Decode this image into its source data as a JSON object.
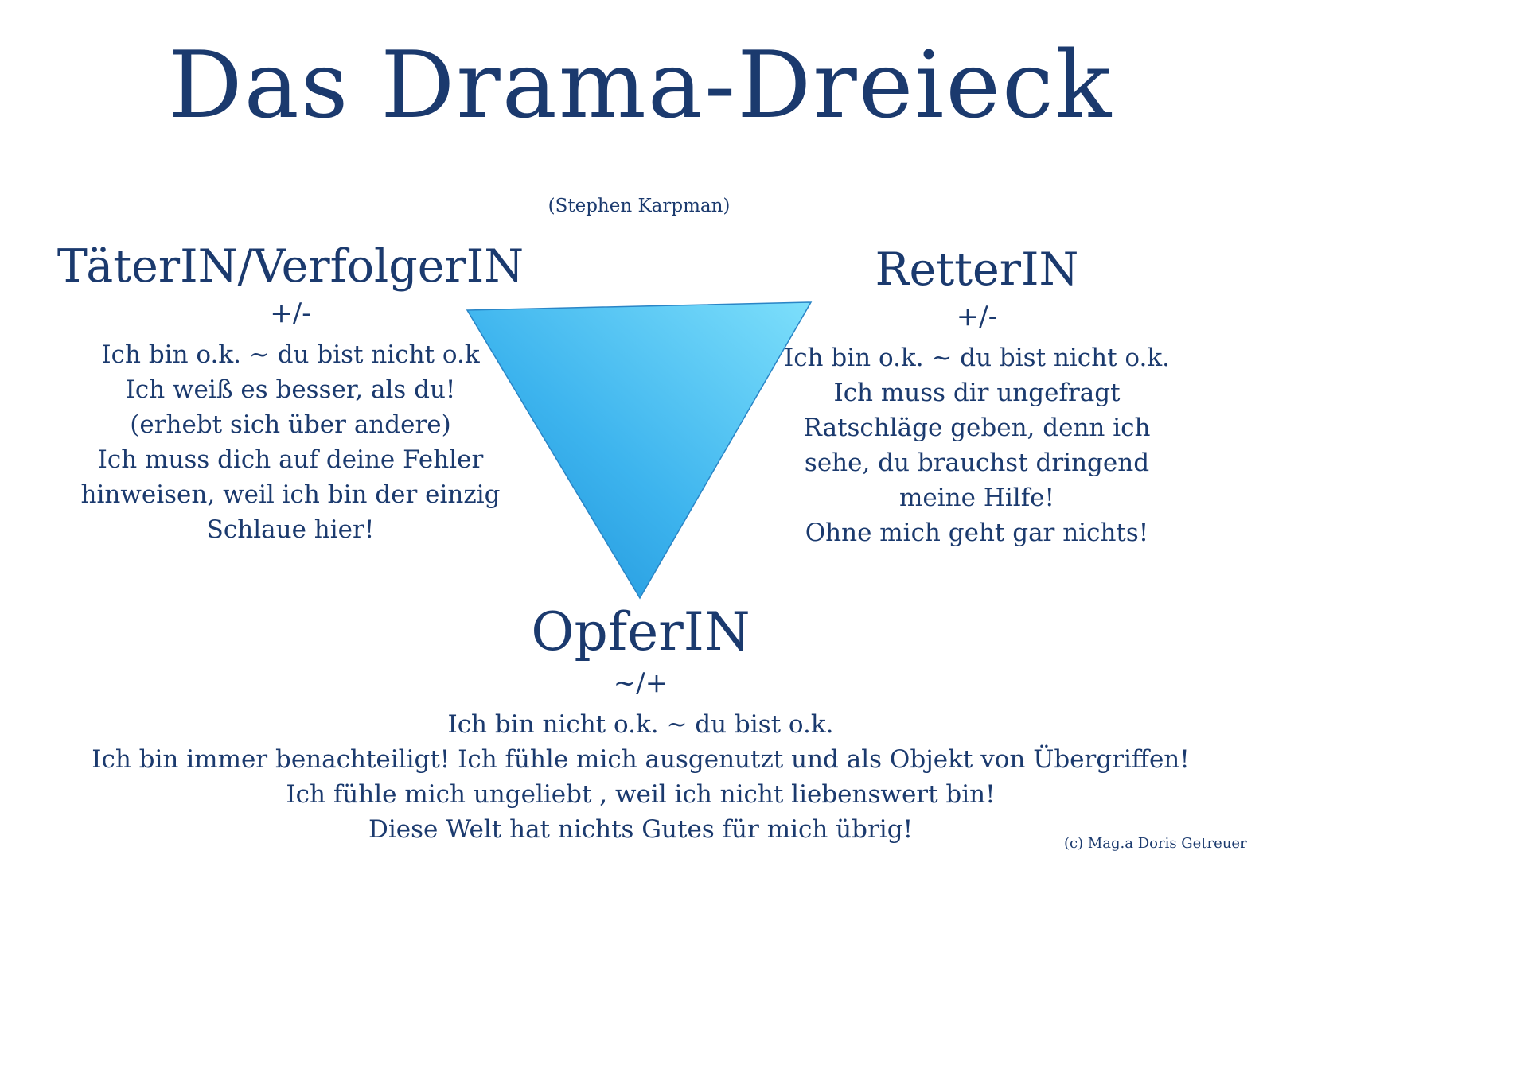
{
  "page": {
    "title": "Das Drama-Dreieck",
    "subtitle": "(Stephen Karpman)",
    "copyright": "(c) Mag.a Doris Getreuer",
    "text_color": "#1b3a6e",
    "triangle_color_light": "#7ddff b",
    "triangle_color_light_fixed": "#7ddffb",
    "triangle_color_dark": "#1a8fd8"
  },
  "sections": {
    "persecutor": {
      "heading": "TäterIN/VerfolgerIN",
      "sign": "+/-",
      "lines": [
        "Ich bin o.k. ~ du bist nicht o.k",
        "Ich weiß es besser, als du!",
        "(erhebt sich über andere)",
        "Ich muss dich auf deine Fehler",
        "hinweisen, weil ich bin der einzig",
        "Schlaue hier!"
      ]
    },
    "rescuer": {
      "heading": "RetterIN",
      "sign": "+/-",
      "lines": [
        "Ich bin o.k. ~ du bist nicht o.k.",
        "Ich muss dir ungefragt",
        "Ratschläge geben, denn ich",
        "sehe, du brauchst dringend",
        "meine Hilfe!",
        "Ohne mich geht gar nichts!"
      ]
    },
    "victim": {
      "heading": "OpferIN",
      "sign": "~/+",
      "lines": [
        "Ich bin nicht o.k. ~ du bist o.k.",
        "Ich bin immer benachteiligt! Ich fühle mich ausgenutzt und als Objekt von Übergriffen!",
        "Ich fühle mich ungeliebt , weil ich nicht liebenswert bin!",
        "Diese Welt hat nichts Gutes für mich übrig!"
      ]
    }
  }
}
